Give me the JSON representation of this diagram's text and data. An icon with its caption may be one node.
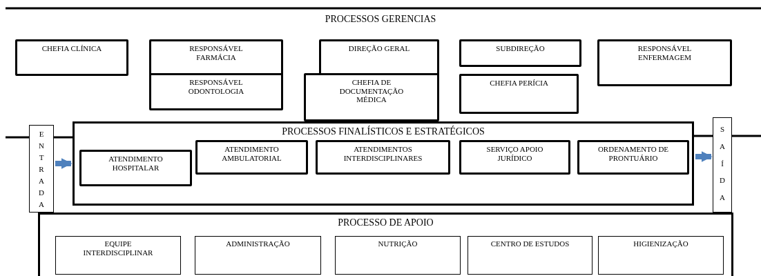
{
  "diagram": {
    "title": "PROCESSOS GERENCIAS",
    "nodes": [
      {
        "text": [
          "CHEFIA CLÍNICA"
        ]
      },
      {
        "text": [
          "RESPONSÁVEL FARMÁCIA"
        ]
      },
      {
        "text": [
          "RESPONSÁVEL ODONTOLOGIA"
        ]
      },
      {
        "text": [
          "DIREÇÃO GERAL"
        ]
      },
      {
        "text": [
          "CHEFIA DE DOCUMENTAÇÃO MÉDICA"
        ]
      },
      {
        "text": [
          "SUBDIREÇÃO"
        ]
      },
      {
        "text": [
          "CHEFIA PERÍCIA"
        ]
      },
      {
        "text": [
          "RESPONSÁVEL ENFERMAGEM"
        ]
      },
      {
        "text": [
          "ENTRADA"
        ]
      },
      {
        "text": [
          "PROCESSOS FINALÍSTICOS E ESTRATÉGICOS"
        ]
      },
      {
        "text": [
          "ATENDIMENTO HOSPITALAR"
        ],
        "in": 9
      },
      {
        "text": [
          "ATENDIMENTO AMBULATORIAL"
        ],
        "in": 9
      },
      {
        "text": [
          "ATENDIMENTOS INTERDISCIPLINARES"
        ],
        "in": 9
      },
      {
        "text": [
          "SERVIÇO APOIO JURÍDICO"
        ],
        "in": 9
      },
      {
        "text": [
          "ORDENAMENTO DE PRONTUÁRIO"
        ],
        "in": 9
      },
      {
        "text": [
          "SAÍDA"
        ]
      },
      {
        "text": [
          "PROCESSO DE APOIO"
        ]
      },
      {
        "text": [
          "EQUIPE INTERDISCIPLINAR"
        ],
        "in": 16
      },
      {
        "text": [
          "ADMINISTRAÇÃO"
        ],
        "in": 16
      },
      {
        "text": [
          "NUTRIÇÃO"
        ],
        "in": 16
      },
      {
        "text": [
          "CENTRO DE ESTUDOS"
        ],
        "in": 16
      },
      {
        "text": [
          "HIGIENIZAÇÃO"
        ],
        "in": 16
      }
    ],
    "edges": [
      {
        "from": 8,
        "to": 9,
        "arrow": "to"
      },
      {
        "from": 9,
        "to": 15,
        "arrow": "to"
      }
    ]
  }
}
